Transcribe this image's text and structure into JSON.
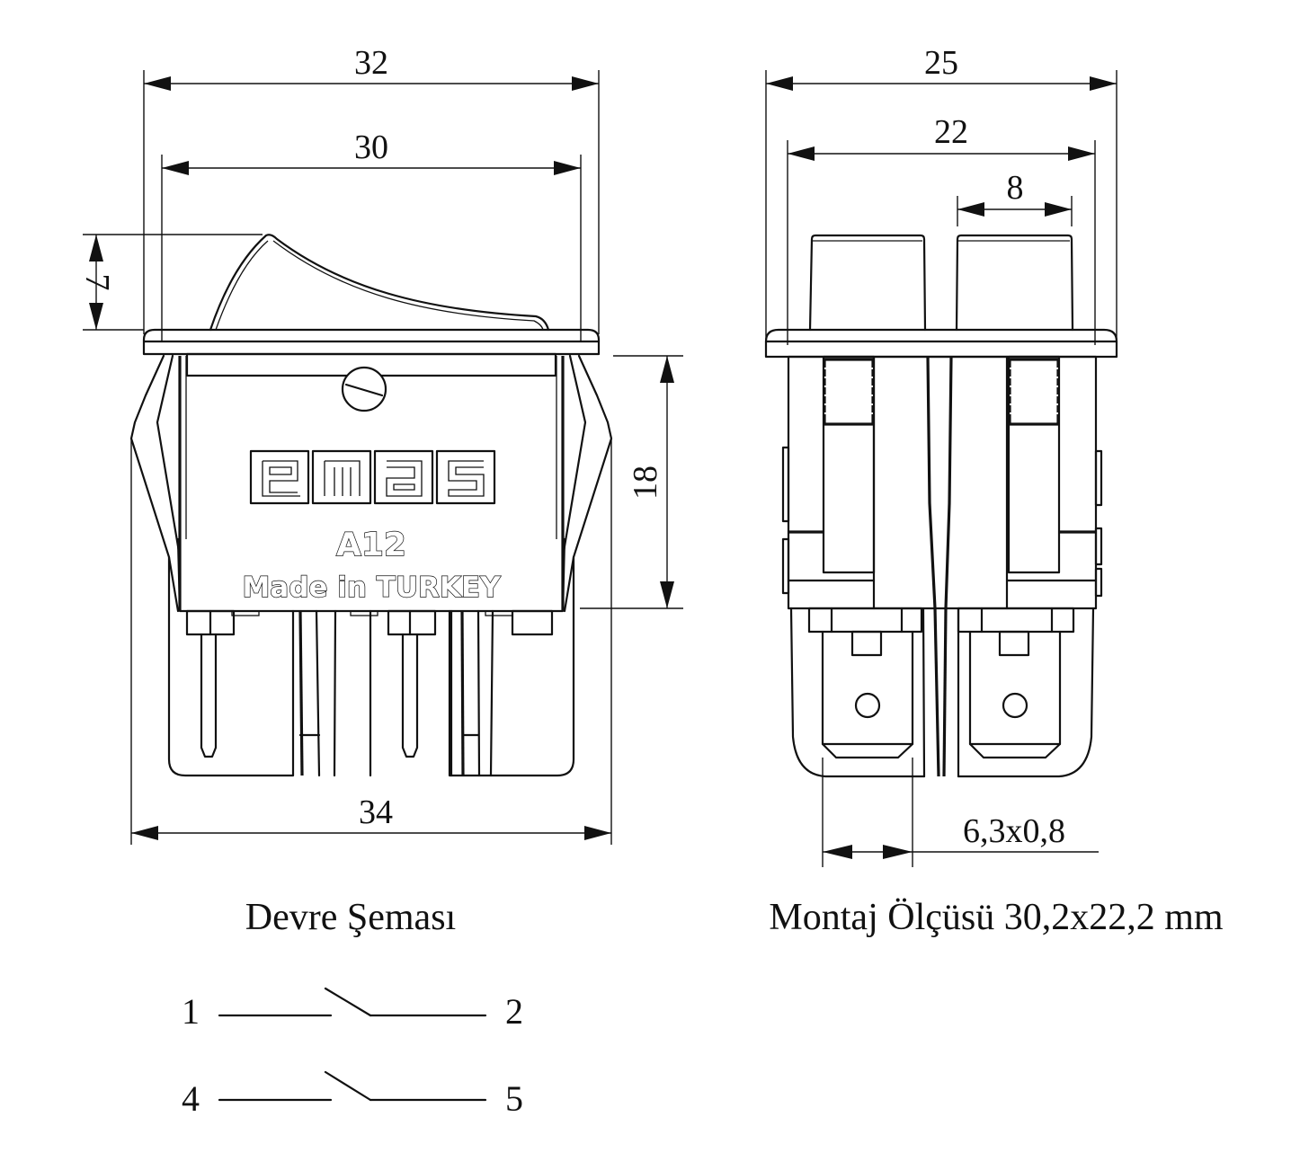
{
  "front_view": {
    "dimensions": {
      "overall_bezel_width": "32",
      "inner_width": "30",
      "rocker_height": "7",
      "body_height": "18",
      "terminal_span": "34"
    },
    "brand": "emas",
    "brand_letters": [
      "e",
      "m",
      "a",
      "s"
    ],
    "model": "A12",
    "origin": "Made in TURKEY",
    "caption": "Devre Şeması"
  },
  "side_view": {
    "dimensions": {
      "overall_width": "25",
      "inner_width": "22",
      "actuator_width": "8",
      "terminal_size": "6,3x0,8"
    },
    "caption": "Montaj Ölçüsü 30,2x22,2 mm"
  },
  "circuit": {
    "switches": [
      {
        "from": "1",
        "to": "2"
      },
      {
        "from": "4",
        "to": "5"
      }
    ]
  }
}
